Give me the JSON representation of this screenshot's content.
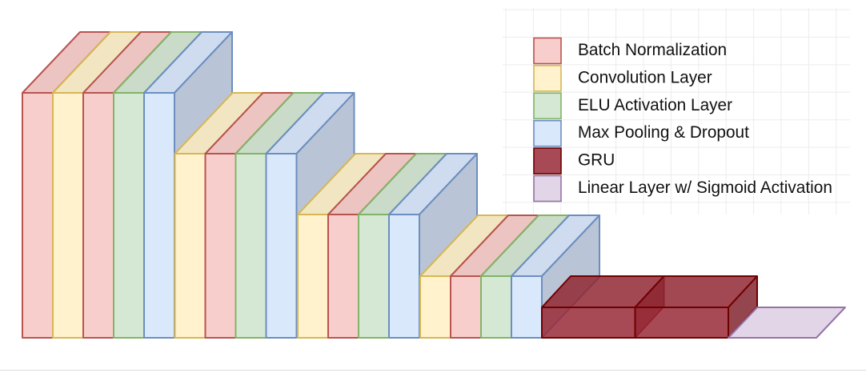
{
  "legend": {
    "items": [
      {
        "label": "Batch Normalization",
        "fill": "#f8cecc",
        "stroke": "#b85450"
      },
      {
        "label": "Convolution Layer",
        "fill": "#fff2cc",
        "stroke": "#d6b656"
      },
      {
        "label": "ELU Activation Layer",
        "fill": "#d5e8d4",
        "stroke": "#82b366"
      },
      {
        "label": "Max Pooling & Dropout",
        "fill": "#dae8fc",
        "stroke": "#6c8ebf"
      },
      {
        "label": "GRU",
        "fill": "#992a37",
        "stroke": "#6f0000"
      },
      {
        "label": "Linear Layer w/ Sigmoid Activation",
        "fill": "#e1d5e7",
        "stroke": "#9673a6"
      }
    ]
  },
  "diagram": {
    "layer_groups": [
      [
        0,
        1,
        0,
        2,
        3
      ],
      [
        1,
        0,
        2,
        3
      ],
      [
        1,
        0,
        2,
        3
      ],
      [
        1,
        0,
        2,
        3
      ],
      [
        4,
        4
      ],
      [
        5
      ]
    ]
  }
}
